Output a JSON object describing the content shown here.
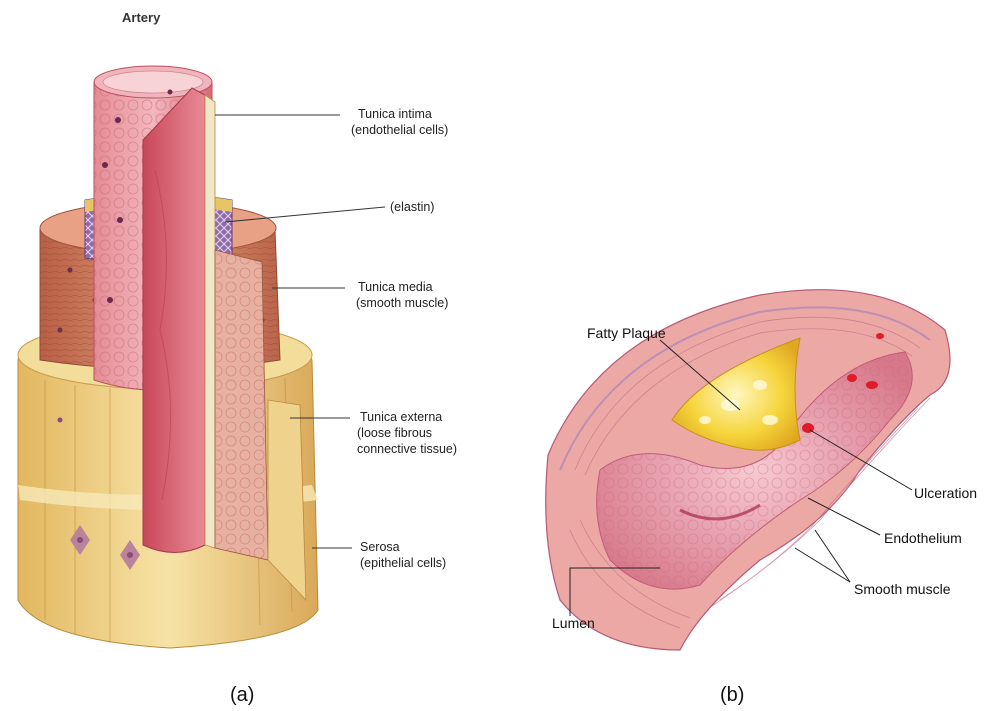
{
  "panel_a": {
    "title": "Artery",
    "labels": {
      "tunica_intima": [
        "Tunica intima",
        "(endothelial cells)"
      ],
      "elastin": [
        "(elastin)"
      ],
      "tunica_media": [
        "Tunica media",
        "(smooth muscle)"
      ],
      "tunica_externa": [
        "Tunica externa",
        "(loose fibrous",
        "connective tissue)"
      ],
      "serosa": [
        "Serosa",
        "(epithelial cells)"
      ]
    },
    "caption": "(a)"
  },
  "panel_b": {
    "labels": {
      "fatty_plaque": "Fatty Plaque",
      "ulceration": "Ulceration",
      "endothelium": "Endothelium",
      "smooth_muscle": "Smooth muscle",
      "lumen": "Lumen"
    },
    "caption": "(b)"
  },
  "colors": {
    "intima": "#d9707a",
    "media": "#c8785a",
    "externa": "#eccf82",
    "elastin": "#9b7fb5",
    "plaque": "#f4d23a",
    "wall": "#e9a3a0"
  }
}
